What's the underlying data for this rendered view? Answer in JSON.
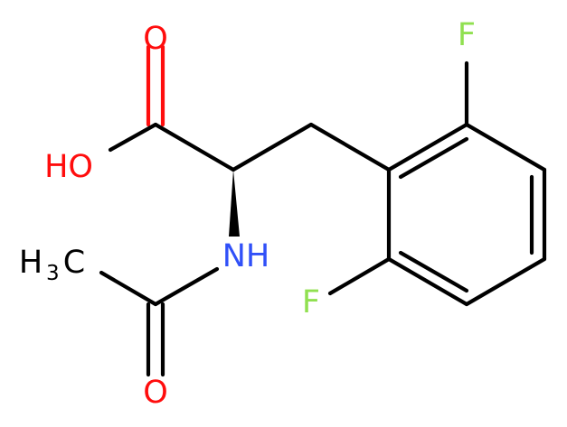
{
  "molecule": {
    "atoms": {
      "carbonyl_o": "O",
      "hydroxyl": "HO",
      "amine": "NH",
      "acetyl_o": "O",
      "methyl_main": "H",
      "methyl_sub": "3",
      "methyl_c": "C",
      "fluorine_top": "F",
      "fluorine_bottom": "F"
    },
    "colors": {
      "carbon": "#000000",
      "oxygen": "#ff0d0d",
      "nitrogen": "#3050f8",
      "fluorine": "#90e050"
    }
  }
}
